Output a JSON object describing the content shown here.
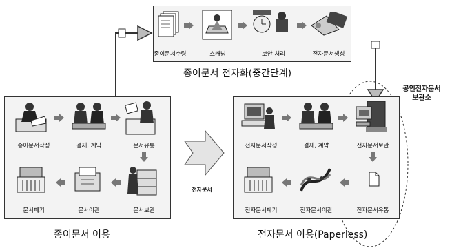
{
  "top": {
    "title": "종이문서 전자화(중간단계)",
    "steps": [
      "종이문서수령",
      "스캐닝",
      "보안 처리",
      "전자문서생성"
    ]
  },
  "left": {
    "title": "종이문서 이용",
    "row1": [
      "종이문서작성",
      "결재, 계약",
      "문서유통"
    ],
    "row2": [
      "문서폐기",
      "문서이관",
      "문서보관"
    ]
  },
  "middle": {
    "arrow_label": "전자문서"
  },
  "right": {
    "title": "전자문서 이용(Paperless)",
    "row1": [
      "전자문서작성",
      "결재, 계약",
      "전자문서보관"
    ],
    "row2": [
      "전자문서폐기",
      "전자문서이관",
      "전자문서유통"
    ]
  },
  "repository": {
    "line1": "공인전자문서",
    "line2": "보관소"
  }
}
